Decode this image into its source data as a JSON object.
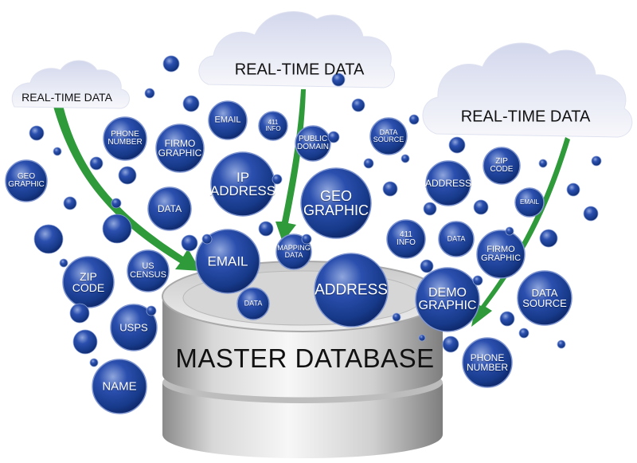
{
  "clouds": [
    {
      "label": "REAL-TIME DATA"
    },
    {
      "label": "REAL-TIME DATA"
    },
    {
      "label": "REAL-TIME DATA"
    }
  ],
  "database": {
    "label": "MASTER DATABASE"
  },
  "bubbles": [
    {
      "label": "GEO\nGRAPHIC"
    },
    {
      "label": "PHONE\nNUMBER"
    },
    {
      "label": "FIRMO\nGRAPHIC"
    },
    {
      "label": "EMAIL"
    },
    {
      "label": "411\nINFO"
    },
    {
      "label": "PUBLIC\nDOMAIN"
    },
    {
      "label": "DATA\nSOURCE"
    },
    {
      "label": "IP\nADDRESS"
    },
    {
      "label": "DATA"
    },
    {
      "label": "GEO\nGRAPHIC"
    },
    {
      "label": "ADDRESS"
    },
    {
      "label": "ZIP\nCODE"
    },
    {
      "label": "EMAIL"
    },
    {
      "label": "EMAIL"
    },
    {
      "label": "MAPPING\nDATA"
    },
    {
      "label": "US\nCENSUS"
    },
    {
      "label": "411\nINFO"
    },
    {
      "label": "DATA"
    },
    {
      "label": "FIRMO\nGRAPHIC"
    },
    {
      "label": "ZIP\nCODE"
    },
    {
      "label": "ADDRESS"
    },
    {
      "label": "DATA"
    },
    {
      "label": "DEMO\nGRAPHIC"
    },
    {
      "label": "DATA\nSOURCE"
    },
    {
      "label": "USPS"
    },
    {
      "label": "PHONE\nNUMBER"
    },
    {
      "label": "NAME"
    }
  ],
  "colors": {
    "bubble_dark": "#0f2a6e",
    "bubble_mid": "#2447a0",
    "bubble_light": "#8fa6dd",
    "arrow_green": "#2e9a3a",
    "cloud_fill": "#e6e8f4",
    "cloud_shade": "#c9cde6",
    "db_light": "#f2f2f2",
    "db_dark": "#8c8c8c"
  }
}
